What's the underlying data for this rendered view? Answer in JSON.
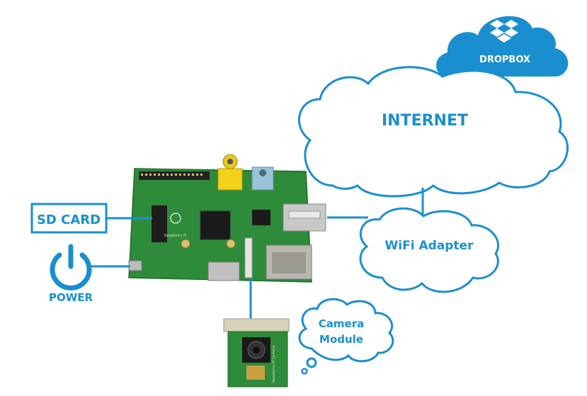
{
  "labels": {
    "dropbox": "DROPBOX",
    "internet": "INTERNET",
    "wifi": "WiFi Adapter",
    "sd_card": "SD CARD",
    "power": "POWER",
    "camera_line1": "Camera",
    "camera_line2": "Module"
  },
  "board_text": {
    "model": "Raspberry Pi",
    "camera_text": "Raspberry Pi Camera"
  },
  "colors": {
    "accent_blue": "#1a8fd0",
    "cloud_text": "#1a8fd0",
    "board_green": "#2e8b3a",
    "white": "#ffffff"
  },
  "icons": {
    "dropbox": "dropbox-logo-icon",
    "power": "power-icon"
  }
}
